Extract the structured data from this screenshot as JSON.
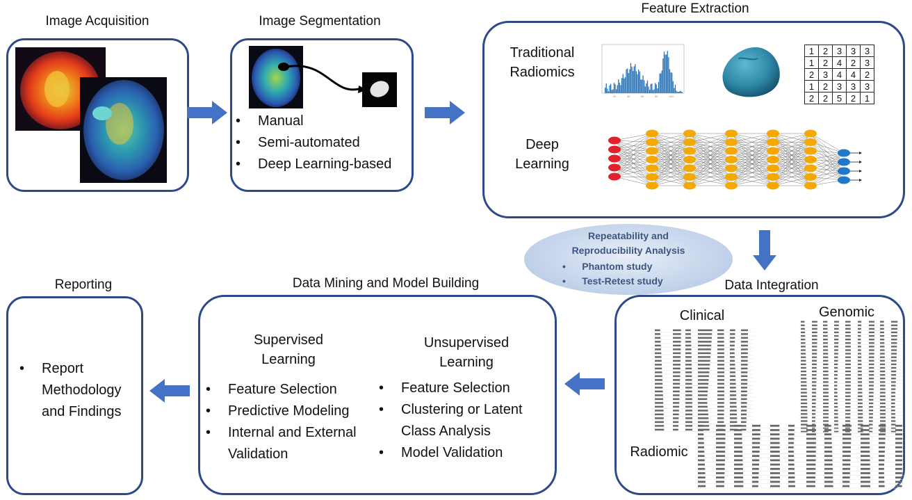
{
  "stages": {
    "acquisition": {
      "title": "Image Acquisition"
    },
    "segmentation": {
      "title": "Image Segmentation",
      "methods": [
        "Manual",
        "Semi-automated",
        "Deep Learning-based"
      ]
    },
    "extraction": {
      "title": "Feature Extraction",
      "traditional_label": "Traditional Radiomics",
      "deep_label": "Deep Learning",
      "matrix": [
        [
          1,
          2,
          3,
          3,
          3
        ],
        [
          1,
          2,
          4,
          2,
          3
        ],
        [
          2,
          3,
          4,
          4,
          2
        ],
        [
          1,
          2,
          3,
          3,
          3
        ],
        [
          2,
          2,
          5,
          2,
          1
        ]
      ]
    },
    "repeatability": {
      "title": "Repeatability and Reproducibility Analysis",
      "items": [
        "Phantom study",
        "Test-Retest study"
      ]
    },
    "integration": {
      "title": "Data Integration",
      "clinical_label": "Clinical",
      "genomic_label": "Genomic",
      "radiomic_label": "Radiomic"
    },
    "modeling": {
      "title": "Data Mining and Model Building",
      "supervised": {
        "title": "Supervised Learning",
        "items": [
          "Feature Selection",
          "Predictive Modeling",
          "Internal and External Validation"
        ]
      },
      "unsupervised": {
        "title": "Unsupervised Learning",
        "items": [
          "Feature Selection",
          "Clustering or Latent Class Analysis",
          "Model Validation"
        ]
      }
    },
    "reporting": {
      "title": "Reporting",
      "items": [
        "Report Methodology and Findings"
      ]
    }
  },
  "colors": {
    "box_border": "#2c4a8a",
    "arrow": "#4472c4",
    "node_red": "#e0202a",
    "node_orange": "#f5a800",
    "node_blue": "#1f78c8"
  }
}
